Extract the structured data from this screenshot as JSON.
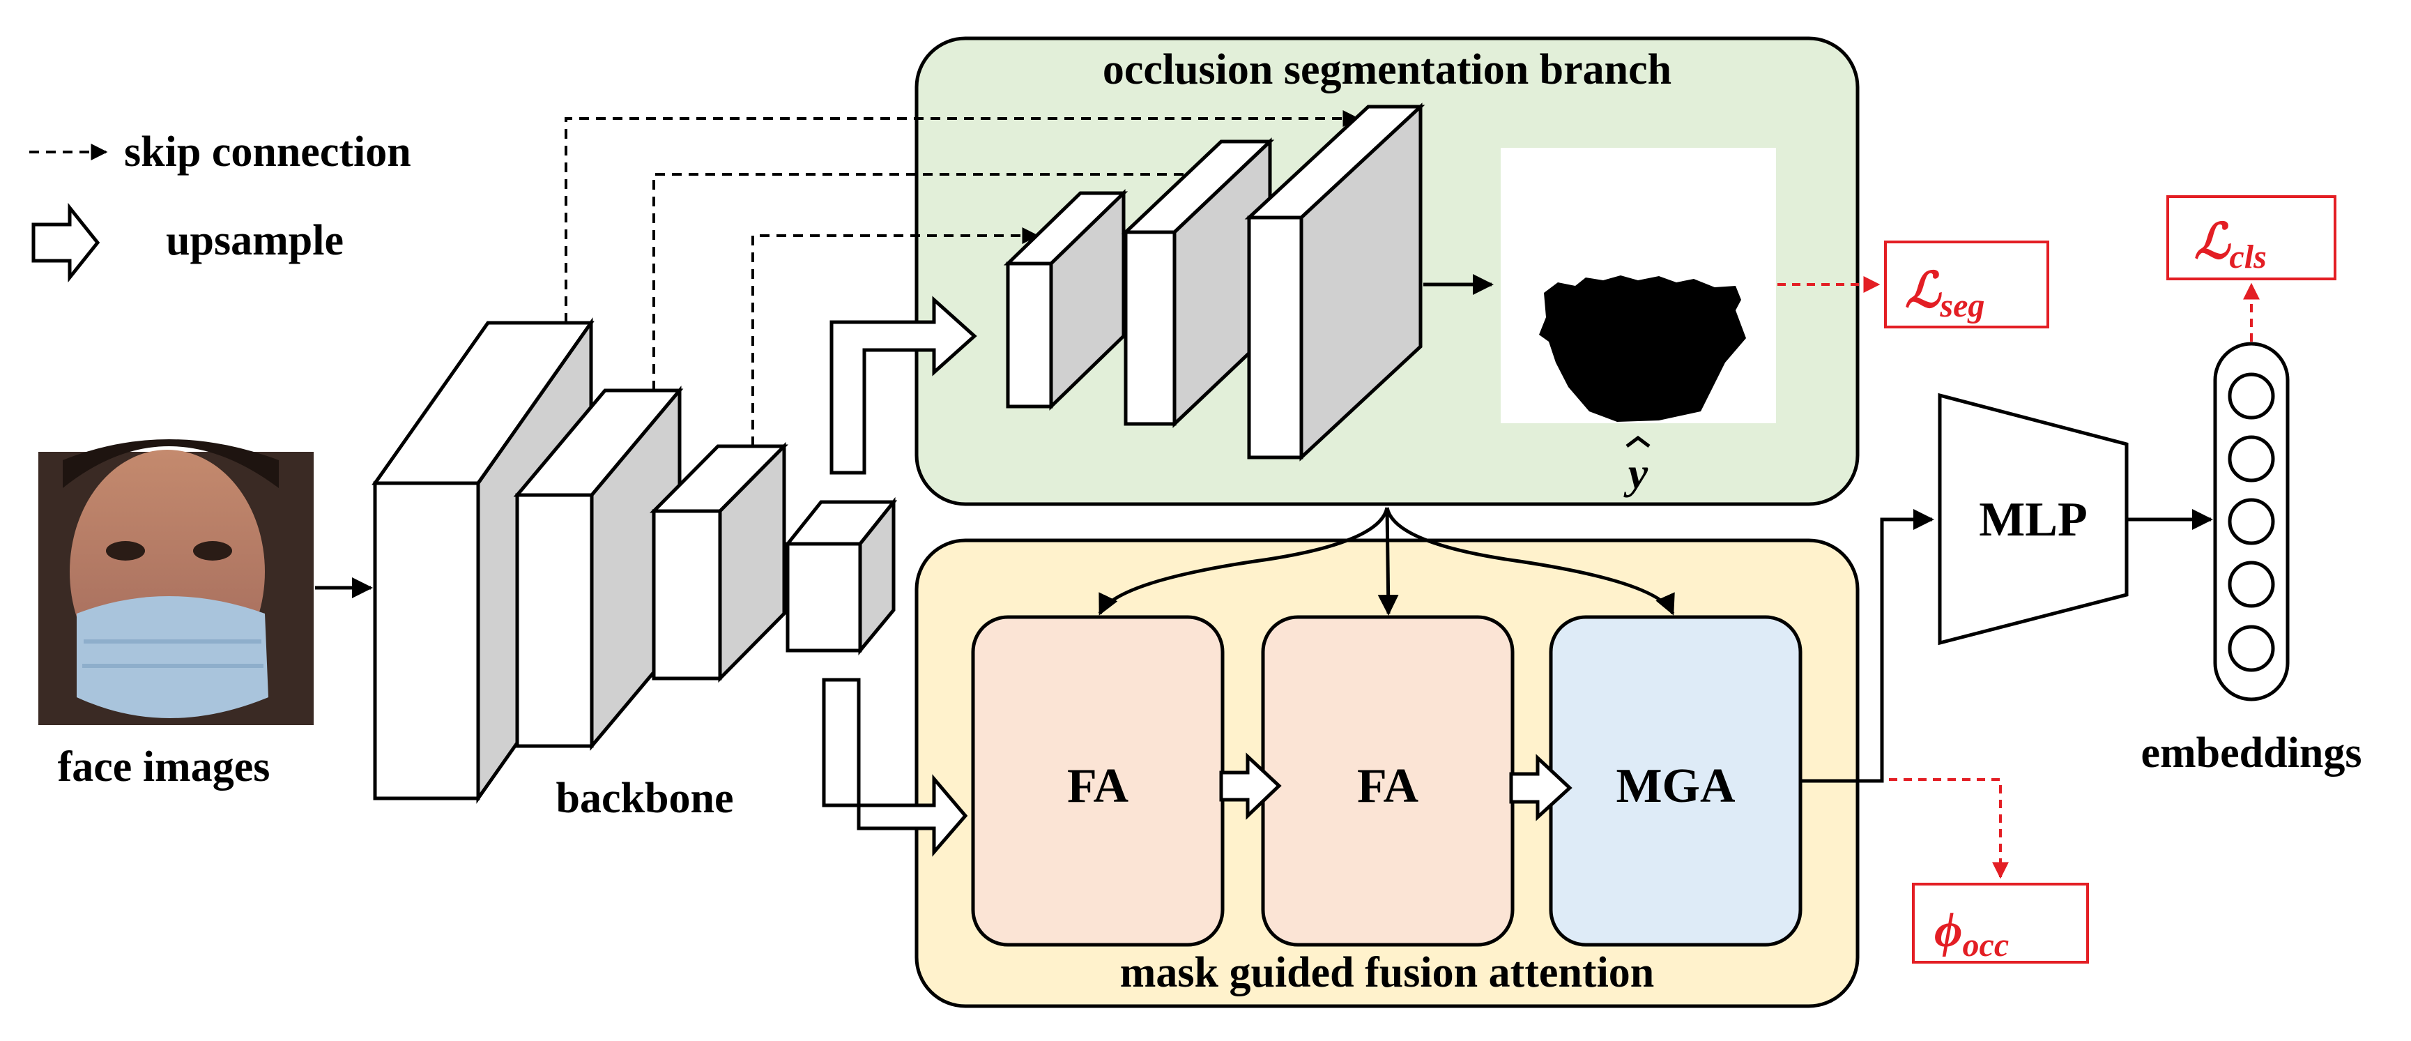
{
  "legend": {
    "skip_label": "skip connection",
    "upsample_label": "upsample"
  },
  "labels": {
    "face_images": "face images",
    "backbone": "backbone",
    "seg_branch_title": "occlusion segmentation branch",
    "fusion_title": "mask guided fusion attention",
    "fa1": "FA",
    "fa2": "FA",
    "mga": "MGA",
    "mlp": "MLP",
    "embeddings": "embeddings",
    "y_hat": "y"
  },
  "losses": {
    "seg_main": "ℒ",
    "seg_sub": "seg",
    "cls_main": "ℒ",
    "cls_sub": "cls",
    "occ_main": "ϕ",
    "occ_sub": "occ"
  },
  "colors": {
    "seg_branch_fill": "#e2efd9",
    "fusion_fill": "#fff2cc",
    "fa_fill": "#fbe4d5",
    "mga_fill": "#deebf7",
    "block_side": "#d0d0d0",
    "loss_red": "#e31e24"
  }
}
